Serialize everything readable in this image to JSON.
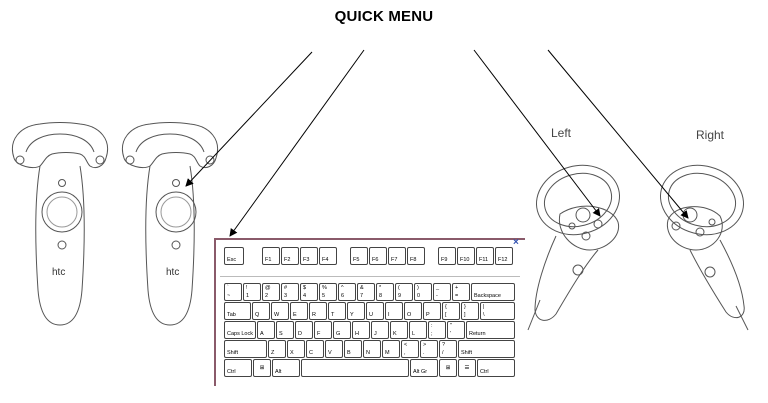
{
  "title": "QUICK MENU",
  "labels": {
    "left": "Left",
    "right": "Right"
  },
  "vive_controllers": [
    {
      "brand": "htc"
    },
    {
      "brand": "htc"
    }
  ],
  "keyboard": {
    "close_glyph": "×",
    "function_row": [
      {
        "label": "Esc"
      },
      {
        "label": "F1"
      },
      {
        "label": "F2"
      },
      {
        "label": "F3"
      },
      {
        "label": "F4"
      },
      {
        "label": "F5"
      },
      {
        "label": "F6"
      },
      {
        "label": "F7"
      },
      {
        "label": "F8"
      },
      {
        "label": "F9"
      },
      {
        "label": "F10"
      },
      {
        "label": "F11"
      },
      {
        "label": "F12"
      }
    ],
    "rows": [
      [
        {
          "label": "`",
          "sub": "~"
        },
        {
          "label": "!",
          "sub": "1"
        },
        {
          "label": "@",
          "sub": "2"
        },
        {
          "label": "#",
          "sub": "3"
        },
        {
          "label": "$",
          "sub": "4"
        },
        {
          "label": "%",
          "sub": "5"
        },
        {
          "label": "^",
          "sub": "6"
        },
        {
          "label": "&",
          "sub": "7"
        },
        {
          "label": "*",
          "sub": "8"
        },
        {
          "label": "(",
          "sub": "9"
        },
        {
          "label": ")",
          "sub": "0"
        },
        {
          "label": "_",
          "sub": "-"
        },
        {
          "label": "+",
          "sub": "="
        },
        {
          "label": "Backspace"
        }
      ],
      [
        {
          "label": "Tab"
        },
        {
          "label": "Q"
        },
        {
          "label": "W"
        },
        {
          "label": "E"
        },
        {
          "label": "R"
        },
        {
          "label": "T"
        },
        {
          "label": "Y"
        },
        {
          "label": "U"
        },
        {
          "label": "I"
        },
        {
          "label": "O"
        },
        {
          "label": "P"
        },
        {
          "label": "{",
          "sub": "["
        },
        {
          "label": "}",
          "sub": "]"
        },
        {
          "label": "|",
          "sub": "\\"
        }
      ],
      [
        {
          "label": "Caps Lock"
        },
        {
          "label": "A"
        },
        {
          "label": "S"
        },
        {
          "label": "D"
        },
        {
          "label": "F"
        },
        {
          "label": "G"
        },
        {
          "label": "H"
        },
        {
          "label": "J"
        },
        {
          "label": "K"
        },
        {
          "label": "L"
        },
        {
          "label": ":",
          "sub": ";"
        },
        {
          "label": "\"",
          "sub": "'"
        },
        {
          "label": "Return"
        }
      ],
      [
        {
          "label": "Shift"
        },
        {
          "label": "Z"
        },
        {
          "label": "X"
        },
        {
          "label": "C"
        },
        {
          "label": "V"
        },
        {
          "label": "B"
        },
        {
          "label": "N"
        },
        {
          "label": "M"
        },
        {
          "label": "<",
          "sub": ","
        },
        {
          "label": ">",
          "sub": "."
        },
        {
          "label": "?",
          "sub": "/"
        },
        {
          "label": "Shift"
        }
      ],
      [
        {
          "label": "Ctrl"
        },
        {
          "label": "",
          "icon": "windows-icon"
        },
        {
          "label": "Alt"
        },
        {
          "label": ""
        },
        {
          "label": "Alt Gr"
        },
        {
          "label": "",
          "icon": "windows-icon"
        },
        {
          "label": "",
          "icon": "menu-icon"
        },
        {
          "label": "Ctrl"
        }
      ]
    ]
  }
}
